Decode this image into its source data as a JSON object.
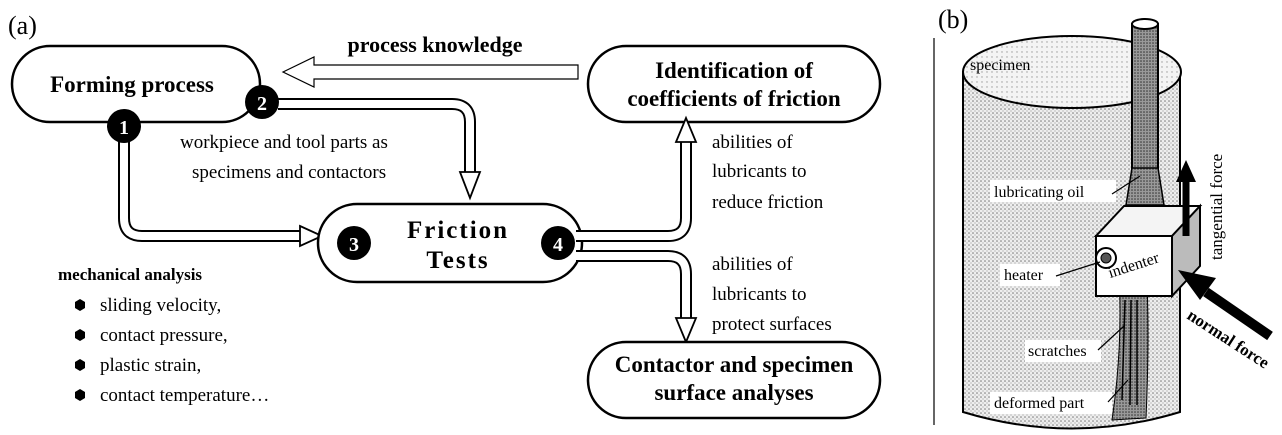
{
  "panel_a": {
    "label": "(a)",
    "forming_process": "Forming process",
    "process_knowledge": "process knowledge",
    "identification": [
      "Identification of",
      "coefficients of friction"
    ],
    "friction_tests": [
      "Friction",
      "Tests"
    ],
    "contactor": [
      "Contactor and specimen",
      "surface analyses"
    ],
    "workpiece_text": [
      "workpiece and tool parts as",
      "specimens and contactors"
    ],
    "abilities_reduce": [
      "abilities of",
      "lubricants to",
      "reduce friction"
    ],
    "abilities_protect": [
      "abilities of",
      "lubricants to",
      "protect surfaces"
    ],
    "mechanical_analysis": {
      "title": "mechanical analysis",
      "items": [
        "sliding velocity,",
        "contact pressure,",
        "plastic strain,",
        "contact temperature…"
      ]
    },
    "markers": [
      "1",
      "2",
      "3",
      "4"
    ]
  },
  "panel_b": {
    "label": "(b)",
    "specimen": "specimen",
    "lubricating_oil": "lubricating oil",
    "heater": "heater",
    "indenter": "indenter",
    "tangential_force": "tangential force",
    "normal_force": "normal force",
    "scratches": "scratches",
    "deformed_part": "deformed part"
  }
}
